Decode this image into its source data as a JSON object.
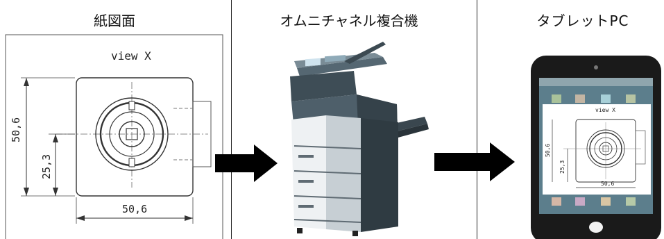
{
  "panels": {
    "paper": {
      "title": "紙図面"
    },
    "mfp": {
      "title": "オムニチャネル複合機"
    },
    "tablet": {
      "title": "タブレットPC"
    }
  },
  "drawing": {
    "view_label": "view X",
    "dim_height": "50,6",
    "dim_half": "25,3",
    "dim_width": "50,6"
  },
  "colors": {
    "arrow": "#000000",
    "tablet_body": "#1a1a1a",
    "printer_body": "#4a5a66"
  }
}
